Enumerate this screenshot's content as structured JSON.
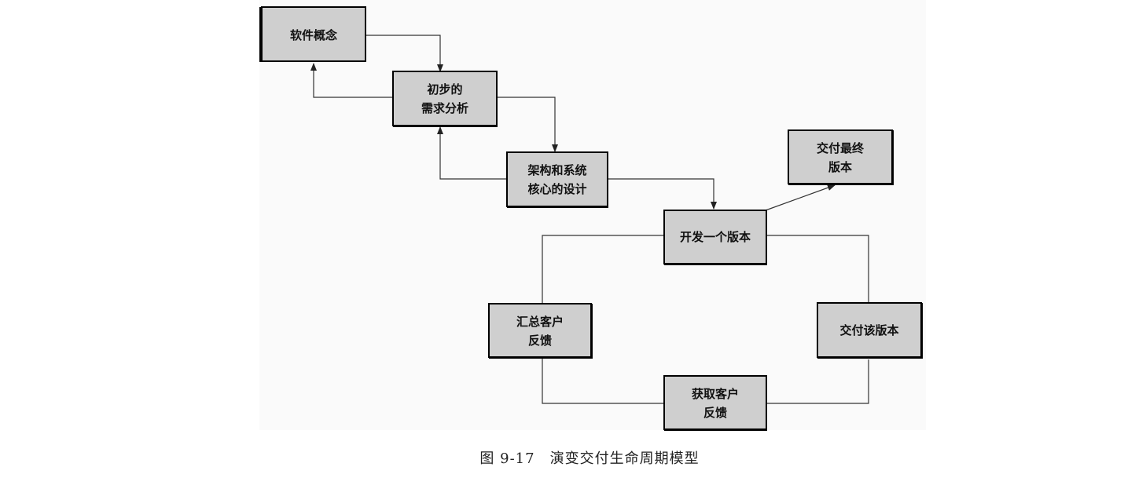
{
  "diagram": {
    "nodes": [
      {
        "id": "software-concept",
        "lines": [
          "软件概念"
        ]
      },
      {
        "id": "prelim-requirements",
        "lines": [
          "初步的",
          "需求分析"
        ]
      },
      {
        "id": "architecture-design",
        "lines": [
          "架构和系统",
          "核心的设计"
        ]
      },
      {
        "id": "deliver-final",
        "lines": [
          "交付最终",
          "版本"
        ]
      },
      {
        "id": "develop-version",
        "lines": [
          "开发一个版本"
        ]
      },
      {
        "id": "aggregate-feedback",
        "lines": [
          "汇总客户",
          "反馈"
        ]
      },
      {
        "id": "deliver-version",
        "lines": [
          "交付该版本"
        ]
      },
      {
        "id": "get-feedback",
        "lines": [
          "获取客户",
          "反馈"
        ]
      }
    ],
    "edges": [
      {
        "from": "software-concept",
        "to": "prelim-requirements",
        "arrow": true
      },
      {
        "from": "prelim-requirements",
        "to": "software-concept",
        "arrow": true
      },
      {
        "from": "prelim-requirements",
        "to": "architecture-design",
        "arrow": true
      },
      {
        "from": "architecture-design",
        "to": "prelim-requirements",
        "arrow": true
      },
      {
        "from": "architecture-design",
        "to": "develop-version",
        "arrow": true
      },
      {
        "from": "develop-version",
        "to": "deliver-final",
        "arrow": true
      },
      {
        "from": "develop-version",
        "to": "deliver-version",
        "arrow": false
      },
      {
        "from": "deliver-version",
        "to": "get-feedback",
        "arrow": false
      },
      {
        "from": "get-feedback",
        "to": "aggregate-feedback",
        "arrow": false
      },
      {
        "from": "aggregate-feedback",
        "to": "develop-version",
        "arrow": false
      }
    ]
  },
  "caption": "图 9-17　演变交付生命周期模型"
}
